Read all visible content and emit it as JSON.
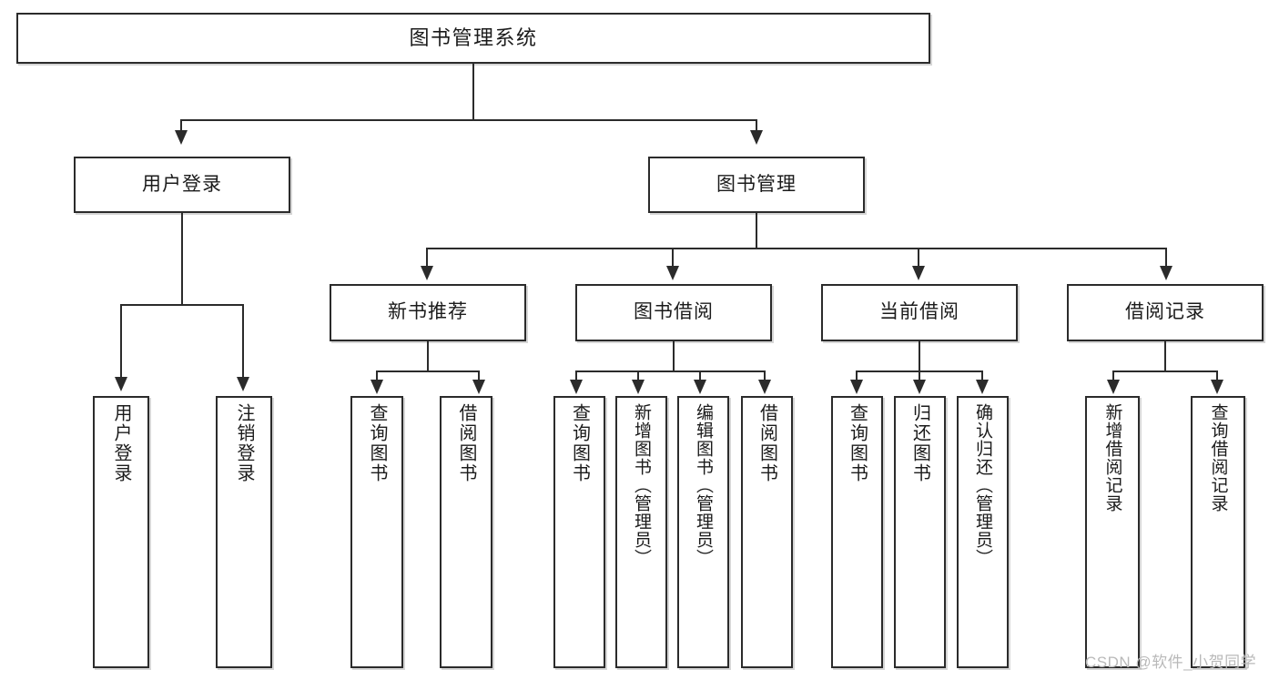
{
  "diagram": {
    "title": "图书管理系统",
    "watermark": "CSDN @软件_小贺同学",
    "line_color": "#2b2b2b",
    "box_fill": "#ffffff",
    "text_color": "#1b1b1b",
    "watermark_color": "#b9b9b9"
  },
  "nodes": {
    "root": {
      "label": "图书管理系统"
    },
    "level2": [
      {
        "label": "用户登录"
      },
      {
        "label": "图书管理"
      }
    ],
    "level3": [
      {
        "label": "新书推荐"
      },
      {
        "label": "图书借阅"
      },
      {
        "label": "当前借阅"
      },
      {
        "label": "借阅记录"
      }
    ],
    "leaves": {
      "user_login": [
        {
          "label": "用户登录"
        },
        {
          "label": "注销登录"
        }
      ],
      "new_book_recommend": [
        {
          "label": "查询图书"
        },
        {
          "label": "借阅图书"
        }
      ],
      "book_borrow": [
        {
          "label": "查询图书"
        },
        {
          "label": "新增图书（管理员）"
        },
        {
          "label": "编辑图书（管理员）"
        },
        {
          "label": "借阅图书"
        }
      ],
      "current_borrow": [
        {
          "label": "查询图书"
        },
        {
          "label": "归还图书"
        },
        {
          "label": "确认归还（管理员）"
        }
      ],
      "borrow_record": [
        {
          "label": "新增借阅记录"
        },
        {
          "label": "查询借阅记录"
        }
      ]
    }
  }
}
